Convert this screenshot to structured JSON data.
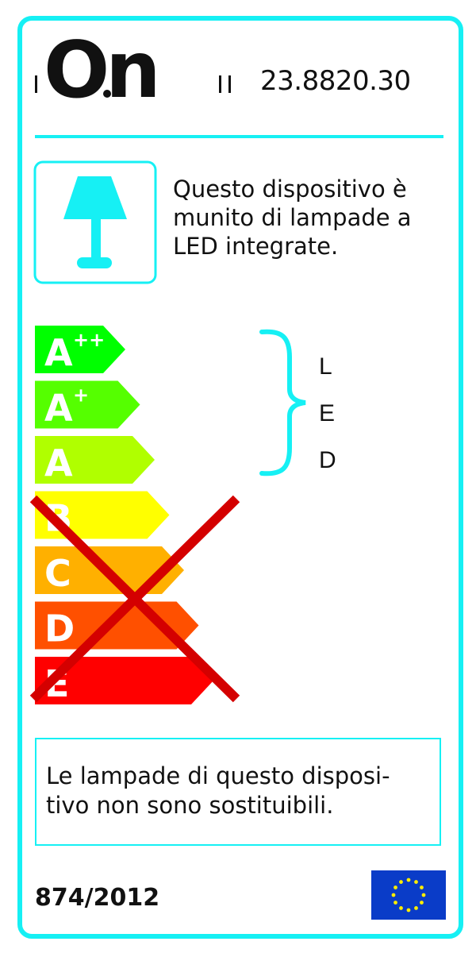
{
  "brand": {
    "logo_text": "O.N"
  },
  "header": {
    "roman_1": "I",
    "roman_2": "II",
    "product_code": "23.8820.30"
  },
  "colors": {
    "accent": "#16f0f4",
    "cross": "#d40000"
  },
  "lamp_section": {
    "icon": "table-lamp-icon",
    "description_lines": [
      "Questo dispositivo è",
      "munito di lampade a",
      "LED integrate."
    ]
  },
  "energy_scale": {
    "classes": [
      {
        "label": "A",
        "sup": "++",
        "color": "#00ff00",
        "crossed": false
      },
      {
        "label": "A",
        "sup": "+",
        "color": "#55ff00",
        "crossed": false
      },
      {
        "label": "A",
        "sup": "",
        "color": "#b0ff00",
        "crossed": false
      },
      {
        "label": "B",
        "sup": "",
        "color": "#ffff00",
        "crossed": true
      },
      {
        "label": "C",
        "sup": "",
        "color": "#ffb000",
        "crossed": true
      },
      {
        "label": "D",
        "sup": "",
        "color": "#ff5000",
        "crossed": true
      },
      {
        "label": "E",
        "sup": "",
        "color": "#ff0000",
        "crossed": true
      }
    ],
    "bracket_letters": [
      "L",
      "E",
      "D"
    ]
  },
  "notice": {
    "lines": [
      "Le lampade di questo disposi-",
      "tivo non sono sostituibili."
    ]
  },
  "footer": {
    "regulation": "874/2012",
    "flag": "eu-flag-icon"
  }
}
